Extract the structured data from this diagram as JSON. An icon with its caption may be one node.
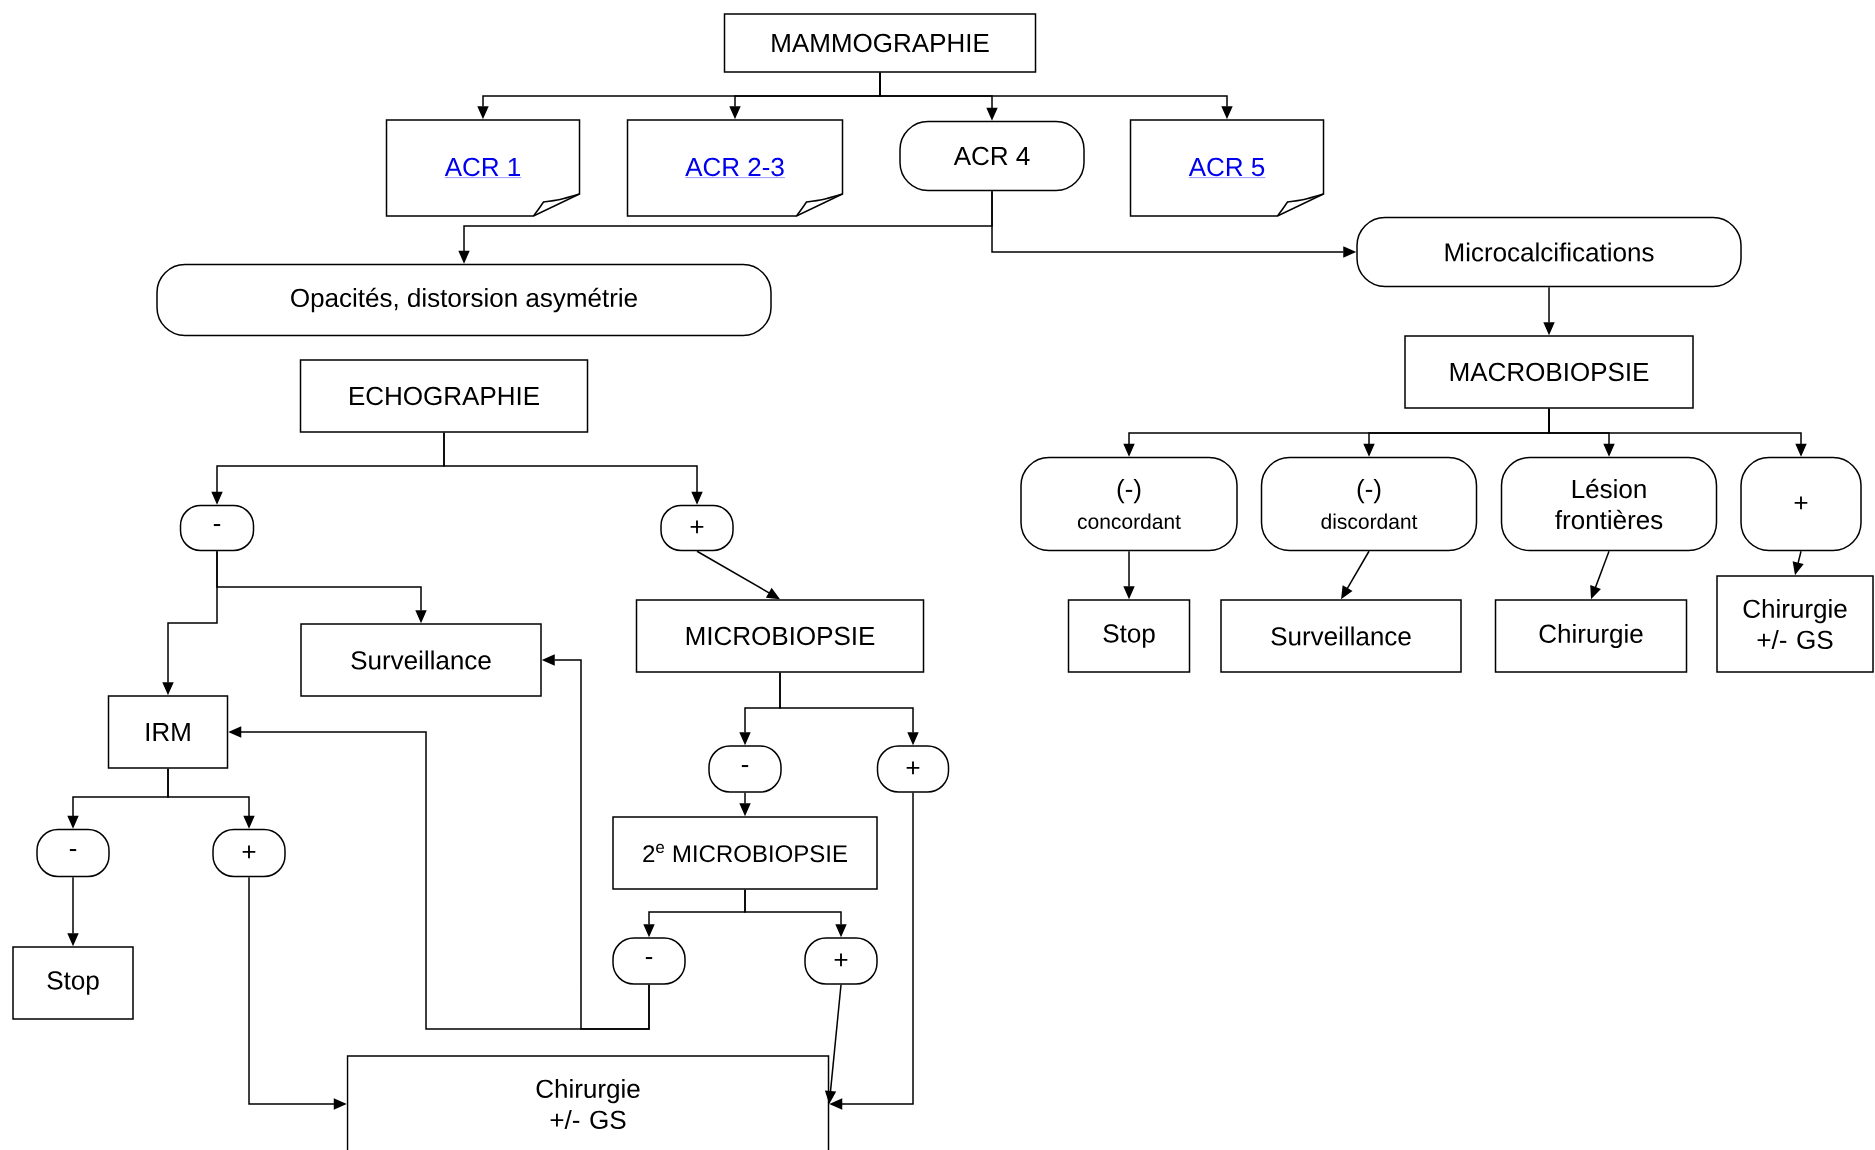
{
  "diagram": {
    "nodes": [
      {
        "text": [
          "MAMMOGRAPHIE"
        ]
      },
      {
        "text": [
          "ACR 1"
        ]
      },
      {
        "text": [
          "ACR 2-3"
        ]
      },
      {
        "text": [
          "ACR 4"
        ]
      },
      {
        "text": [
          "ACR 5"
        ]
      },
      {
        "text": [
          "Microcalcifications"
        ]
      },
      {
        "text": [
          "Opacités, distorsion asymétrie"
        ]
      },
      {
        "text": [
          "ECHOGRAPHIE"
        ]
      },
      {
        "text": [
          "MACROBIOPSIE"
        ]
      },
      {
        "text": [
          "(-)",
          "concordant"
        ]
      },
      {
        "text": [
          "(-)",
          "discordant"
        ]
      },
      {
        "text": [
          "Lésion frontières"
        ]
      },
      {
        "text": [
          "+"
        ]
      },
      {
        "text": [
          "-"
        ]
      },
      {
        "text": [
          "+"
        ]
      },
      {
        "text": [
          "Surveillance"
        ]
      },
      {
        "text": [
          "MICROBIOPSIE"
        ]
      },
      {
        "text": [
          "Stop"
        ]
      },
      {
        "text": [
          "Surveillance"
        ]
      },
      {
        "text": [
          "Chirurgie"
        ]
      },
      {
        "text": [
          "Chirurgie +/- GS"
        ]
      },
      {
        "text": [
          "IRM"
        ]
      },
      {
        "text": [
          "-"
        ]
      },
      {
        "text": [
          "+"
        ]
      },
      {
        "text": [
          "-"
        ]
      },
      {
        "text": [
          "+"
        ]
      },
      {
        "text": [
          "2$^{e}$ MICROBIOPSIE"
        ]
      },
      {
        "text": [
          "-"
        ]
      },
      {
        "text": [
          "+"
        ]
      },
      {
        "text": [
          "Stop"
        ]
      },
      {
        "text": [
          "Chirurgie +/- GS"
        ]
      }
    ],
    "edges": [
      {
        "from": 0,
        "to": 1,
        "arrow": "to"
      },
      {
        "from": 0,
        "to": 2,
        "arrow": "to"
      },
      {
        "from": 0,
        "to": 3,
        "arrow": "to"
      },
      {
        "from": 0,
        "to": 4,
        "arrow": "to"
      },
      {
        "from": 3,
        "to": 6,
        "arrow": "to"
      },
      {
        "from": 3,
        "to": 5,
        "arrow": "to"
      },
      {
        "from": 5,
        "to": 8,
        "arrow": "to"
      },
      {
        "from": 8,
        "to": 9,
        "arrow": "to"
      },
      {
        "from": 8,
        "to": 10,
        "arrow": "to"
      },
      {
        "from": 8,
        "to": 11,
        "arrow": "to"
      },
      {
        "from": 8,
        "to": 12,
        "arrow": "to"
      },
      {
        "from": 9,
        "to": 17,
        "arrow": "to"
      },
      {
        "from": 10,
        "to": 18,
        "arrow": "to"
      },
      {
        "from": 11,
        "to": 19,
        "arrow": "to"
      },
      {
        "from": 12,
        "to": 20,
        "arrow": "to"
      },
      {
        "from": 7,
        "to": 13,
        "arrow": "to"
      },
      {
        "from": 7,
        "to": 14,
        "arrow": "to"
      },
      {
        "from": 13,
        "to": 15,
        "arrow": "to"
      },
      {
        "from": 13,
        "to": 21,
        "arrow": "to"
      },
      {
        "from": 14,
        "to": 16,
        "arrow": "to"
      },
      {
        "from": 16,
        "to": 22,
        "arrow": "to"
      },
      {
        "from": 16,
        "to": 23,
        "arrow": "to"
      },
      {
        "from": 22,
        "to": 26,
        "arrow": "to"
      },
      {
        "from": 26,
        "to": 27,
        "arrow": "to"
      },
      {
        "from": 26,
        "to": 28,
        "arrow": "to"
      },
      {
        "from": 21,
        "to": 24,
        "arrow": "to"
      },
      {
        "from": 21,
        "to": 25,
        "arrow": "to"
      },
      {
        "from": 24,
        "to": 29,
        "arrow": "to"
      },
      {
        "from": 25,
        "to": 30,
        "arrow": "to"
      },
      {
        "from": 23,
        "to": 30,
        "arrow": "to"
      },
      {
        "from": 28,
        "to": 30,
        "arrow": "to"
      },
      {
        "from": 27,
        "to": 15,
        "arrow": "to"
      },
      {
        "from": 27,
        "to": 21,
        "arrow": "to"
      }
    ]
  }
}
